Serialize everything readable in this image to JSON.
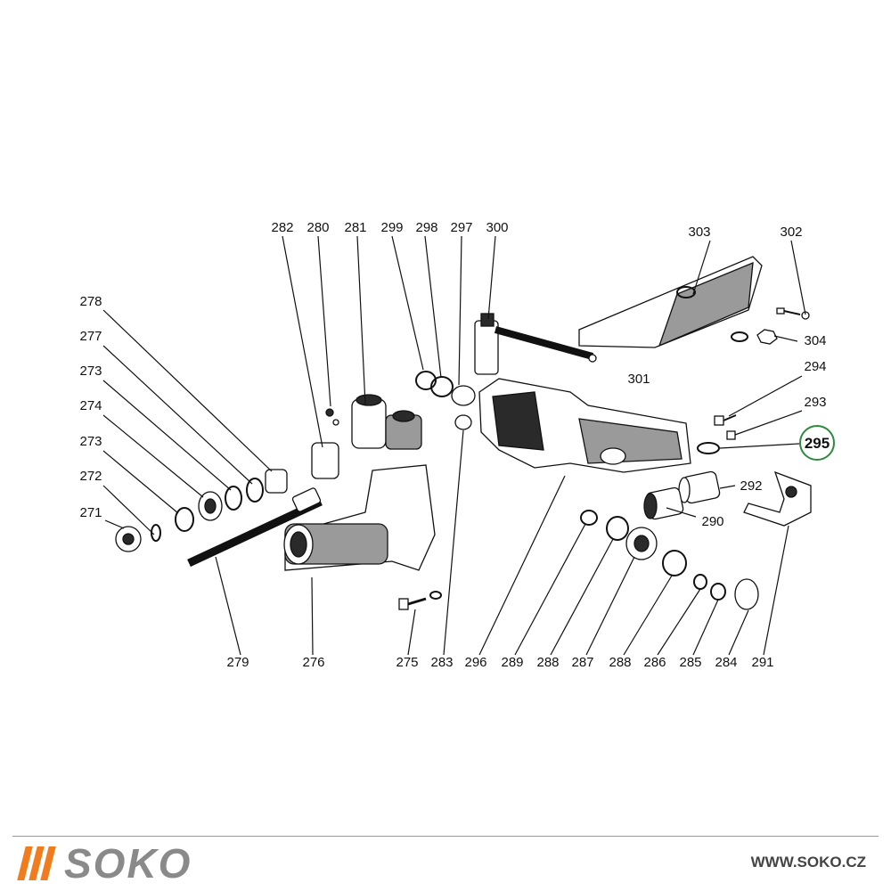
{
  "diagram": {
    "highlight_color": "#2e8b3e",
    "highlighted_part": "295",
    "labels": {
      "l271": "271",
      "l272": "272",
      "l273a": "273",
      "l273b": "273",
      "l274": "274",
      "l275": "275",
      "l276": "276",
      "l277": "277",
      "l278": "278",
      "l279": "279",
      "l280": "280",
      "l281": "281",
      "l282": "282",
      "l283": "283",
      "l284": "284",
      "l285": "285",
      "l286": "286",
      "l287": "287",
      "l288a": "288",
      "l288b": "288",
      "l289": "289",
      "l290": "290",
      "l291": "291",
      "l292": "292",
      "l293": "293",
      "l294": "294",
      "l295": "295",
      "l296": "296",
      "l297": "297",
      "l298": "298",
      "l299": "299",
      "l300": "300",
      "l301": "301",
      "l302": "302",
      "l303": "303",
      "l304": "304"
    }
  },
  "footer": {
    "brand": "SOKO",
    "brand_color": "#f07c1e",
    "url": "WWW.SOKO.CZ"
  }
}
